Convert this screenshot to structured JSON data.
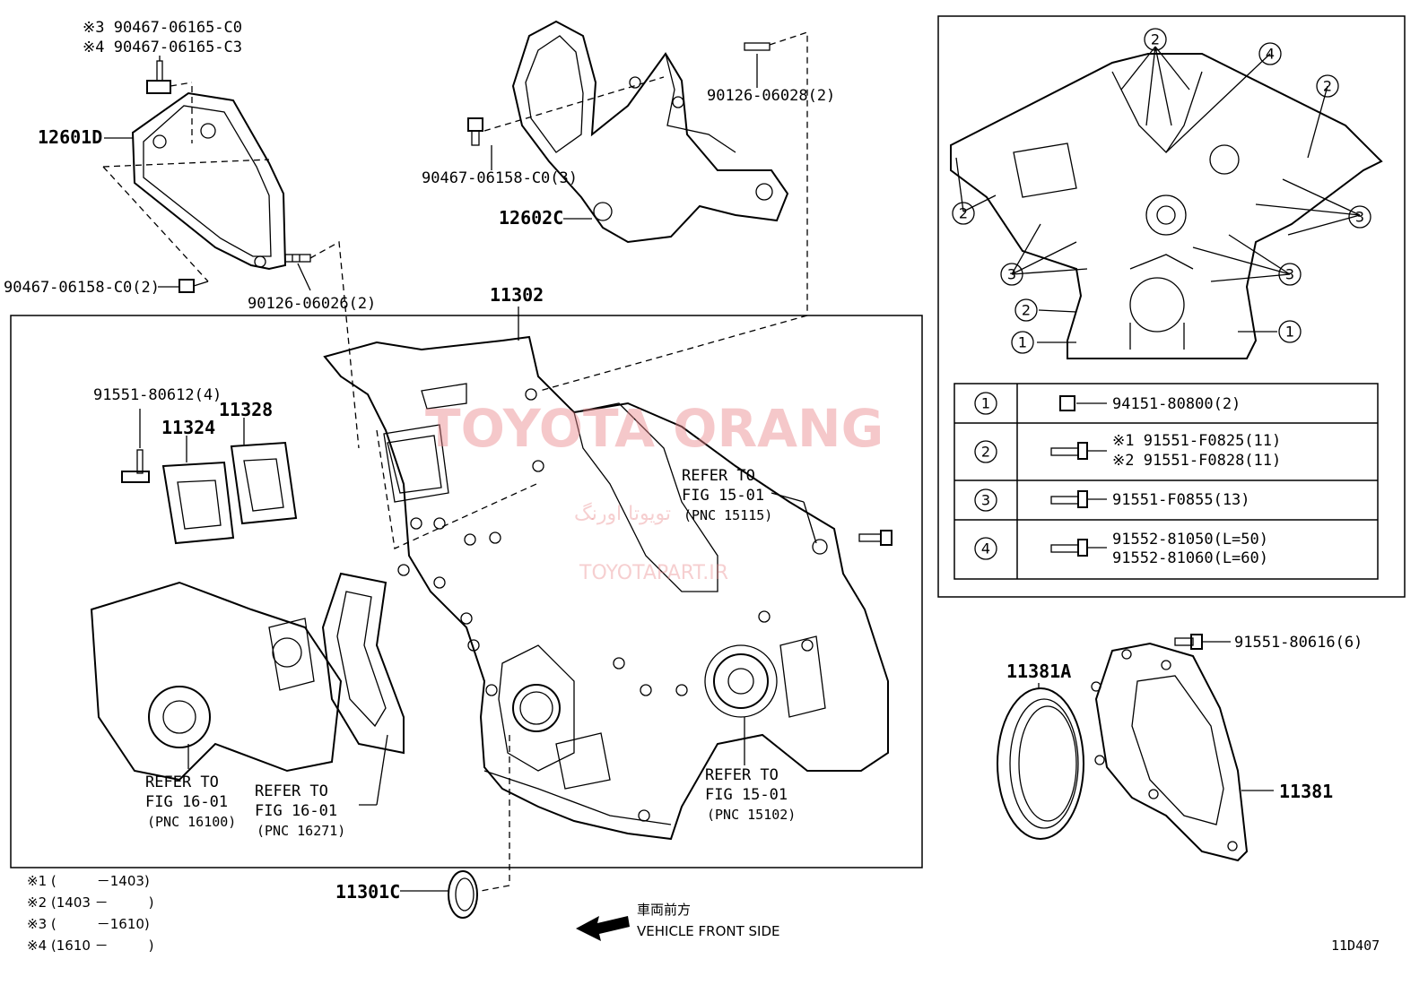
{
  "labels": {
    "note3": "※3 90467-06165-C0",
    "note4": "※4 90467-06165-C3",
    "p12601d": "12601D",
    "p90467_06158_c0_2": "90467-06158-C0(2)",
    "p90126_06026": "90126-06026(2)",
    "p11302": "11302",
    "p90126_06028": "90126-06028(2)",
    "p90467_06158_c0_3": "90467-06158-C0(3)",
    "p12602c": "12602C",
    "p91551_80612": "91551-80612(4)",
    "p11324": "11324",
    "p11328": "11328",
    "refer_15_01_a_1": "REFER TO",
    "refer_15_01_a_2": "FIG 15-01",
    "refer_15_01_a_3": "(PNC 15115)",
    "refer_16_01_a_1": "REFER TO",
    "refer_16_01_a_2": "FIG 16-01",
    "refer_16_01_a_3": "(PNC 16100)",
    "refer_16_01_b_1": "REFER TO",
    "refer_16_01_b_2": "FIG 16-01",
    "refer_16_01_b_3": "(PNC 16271)",
    "refer_15_01_b_1": "REFER TO",
    "refer_15_01_b_2": "FIG 15-01",
    "refer_15_01_b_3": "(PNC 15102)",
    "p11301c": "11301C",
    "p11381a": "11381A",
    "p11381": "11381",
    "p91551_80616": "91551-80616(6)",
    "vehicle_front_jp": "車両前方",
    "vehicle_front_en": "VEHICLE FRONT SIDE",
    "figure_code": "11D407"
  },
  "footnotes": [
    "※1 (　　　－1403)",
    "※2 (1403 －　　　)",
    "※3 (　　　－1610)",
    "※4 (1610 －　　　)"
  ],
  "watermark": {
    "brand": "TOYOTA ORANG",
    "persian": "تویوتا اورنگ",
    "site": "TOYOTAPART.IR"
  },
  "bolt_table": [
    {
      "key": "1",
      "parts": [
        "94151-80800(2)"
      ]
    },
    {
      "key": "2",
      "parts": [
        "※1 91551-F0825(11)",
        "※2 91551-F0828(11)"
      ]
    },
    {
      "key": "3",
      "parts": [
        "91551-F0855(13)"
      ]
    },
    {
      "key": "4",
      "parts": [
        "91552-81050(L=50)",
        "91552-81060(L=60)"
      ]
    }
  ],
  "callouts": [
    "2",
    "4",
    "2",
    "2",
    "3",
    "3",
    "3",
    "2",
    "1",
    "1"
  ],
  "colors": {
    "line": "#000000",
    "watermark": "#e8868a"
  }
}
